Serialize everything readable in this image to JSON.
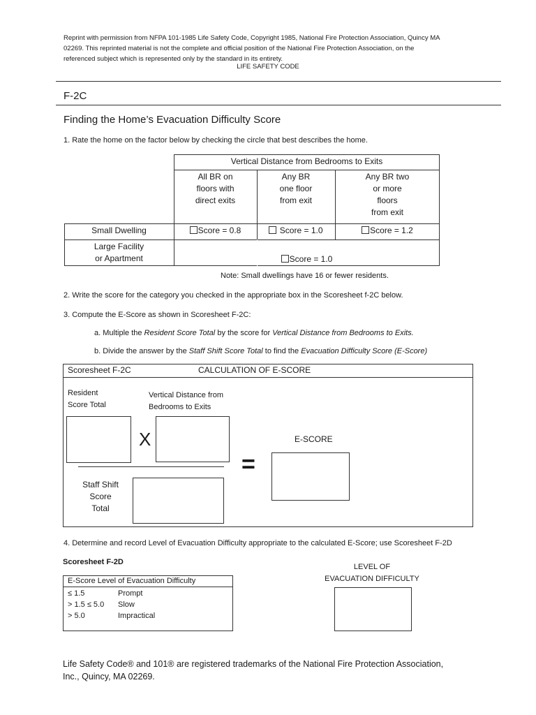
{
  "header": {
    "line1": "Reprint with permission from NFPA 101-1985 Life Safety Code, Copyright 1985, National Fire Protection Association, Quincy MA",
    "line2": "02269.  This reprinted material is not the complete and official position of the National Fire Protection Association, on the",
    "line3": "referenced subject which is represented only by the standard in its entirety.",
    "center": "LIFE SAFETY CODE"
  },
  "section_code": "F-2C",
  "title": "Finding the Home’s Evacuation Difficulty Score",
  "step1": "1. Rate the home on the factor below by checking the circle that best describes the home.",
  "table": {
    "group_header": "Vertical Distance from Bedrooms to Exits",
    "col1": [
      "All BR on",
      "floors with",
      "direct exits"
    ],
    "col2": [
      "Any BR",
      "one floor",
      "from exit"
    ],
    "col3": [
      "Any BR two",
      "or more",
      "floors",
      "from exit"
    ],
    "row1_label": "Small Dwelling",
    "row1_scores": [
      "Score = 0.8",
      " Score = 1.0",
      "Score = 1.2"
    ],
    "row2_label": [
      "Large Facility",
      "or Apartment"
    ],
    "row2_score": "Score = 1.0",
    "note": "Note: Small dwellings have 16 or fewer residents."
  },
  "step2": "2. Write the score for the category you checked in the appropriate box in the Scoresheet f-2C below.",
  "step3": "3. Compute the E-Score as shown in Scoresheet F-2C:",
  "step3a": {
    "pre": "a. Multiple the ",
    "i1": "Resident Score Total",
    "mid": " by the score for ",
    "i2": "Vertical Distance from Bedrooms to Exits."
  },
  "step3b": {
    "pre": "b. Divide the answer by the ",
    "i1": "Staff Shift Score Total",
    "mid": " to find the ",
    "i2": "Evacuation Difficulty Score (E-Score)"
  },
  "scoresheet_c": {
    "name": "Scoresheet F-2C",
    "heading": "CALCULATION OF E-SCORE",
    "resident": [
      "Resident",
      "Score Total"
    ],
    "vertical": [
      "Vertical Distance from",
      "Bedrooms to Exits"
    ],
    "times": "X",
    "equals": "=",
    "escore": "E-SCORE",
    "staff": [
      "Staff Shift",
      "Score",
      "Total"
    ]
  },
  "step4": "4. Determine and record Level of Evacuation Difficulty appropriate to the calculated E-Score; use Scoresheet F-2D",
  "scoresheet_d": {
    "name": "Scoresheet F-2D",
    "header": "E-Score  Level of Evacuation Difficulty",
    "rows": [
      {
        "score": "≤ 1.5",
        "level": "Prompt"
      },
      {
        "score": "> 1.5 ≤ 5.0",
        "level": "Slow"
      },
      {
        "score": "> 5.0",
        "level": "Impractical"
      }
    ],
    "level_label": [
      "LEVEL OF",
      "EVACUATION DIFFICULTY"
    ]
  },
  "footer": [
    "Life Safety Code® and 101® are registered trademarks of the National Fire Protection Association,",
    "Inc., Quincy, MA 02269."
  ]
}
